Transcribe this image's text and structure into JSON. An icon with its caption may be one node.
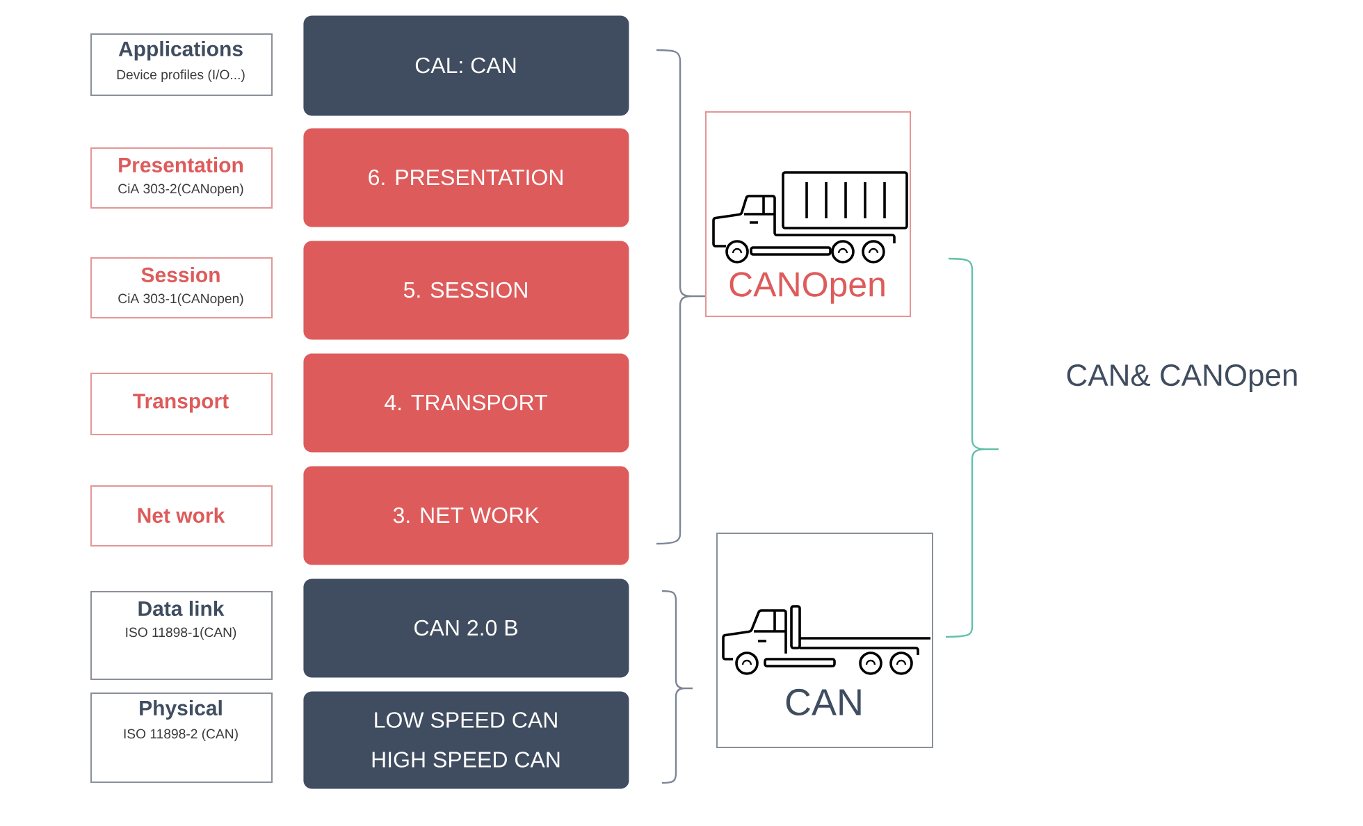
{
  "diagram": {
    "title": "CAN& CANOpen",
    "nodes": [
      {
        "text": [
          "Applications",
          "Device profiles (I/O...)"
        ]
      },
      {
        "text": [
          "CAL: CAN"
        ]
      },
      {
        "text": [
          "Presentation",
          "CiA 303-2(CANopen)"
        ]
      },
      {
        "text": [
          "6. PRESENTATION"
        ]
      },
      {
        "text": [
          "Session",
          "CiA 303-1(CANopen)"
        ]
      },
      {
        "text": [
          "5. SESSION"
        ]
      },
      {
        "text": [
          "Transport"
        ]
      },
      {
        "text": [
          "4. TRANSPORT"
        ]
      },
      {
        "text": [
          "Net work"
        ]
      },
      {
        "text": [
          "3. NET WORK"
        ]
      },
      {
        "text": [
          "Data link",
          "ISO 11898-1(CAN)"
        ]
      },
      {
        "text": [
          "CAN 2.0 B"
        ]
      },
      {
        "text": [
          "Physical",
          "ISO 11898-2 (CAN)"
        ]
      },
      {
        "text": [
          "LOW SPEED CAN",
          "HIGH SPEED CAN"
        ]
      },
      {
        "text": [
          "CANOpen"
        ]
      },
      {
        "text": [
          "CAN"
        ]
      }
    ]
  }
}
